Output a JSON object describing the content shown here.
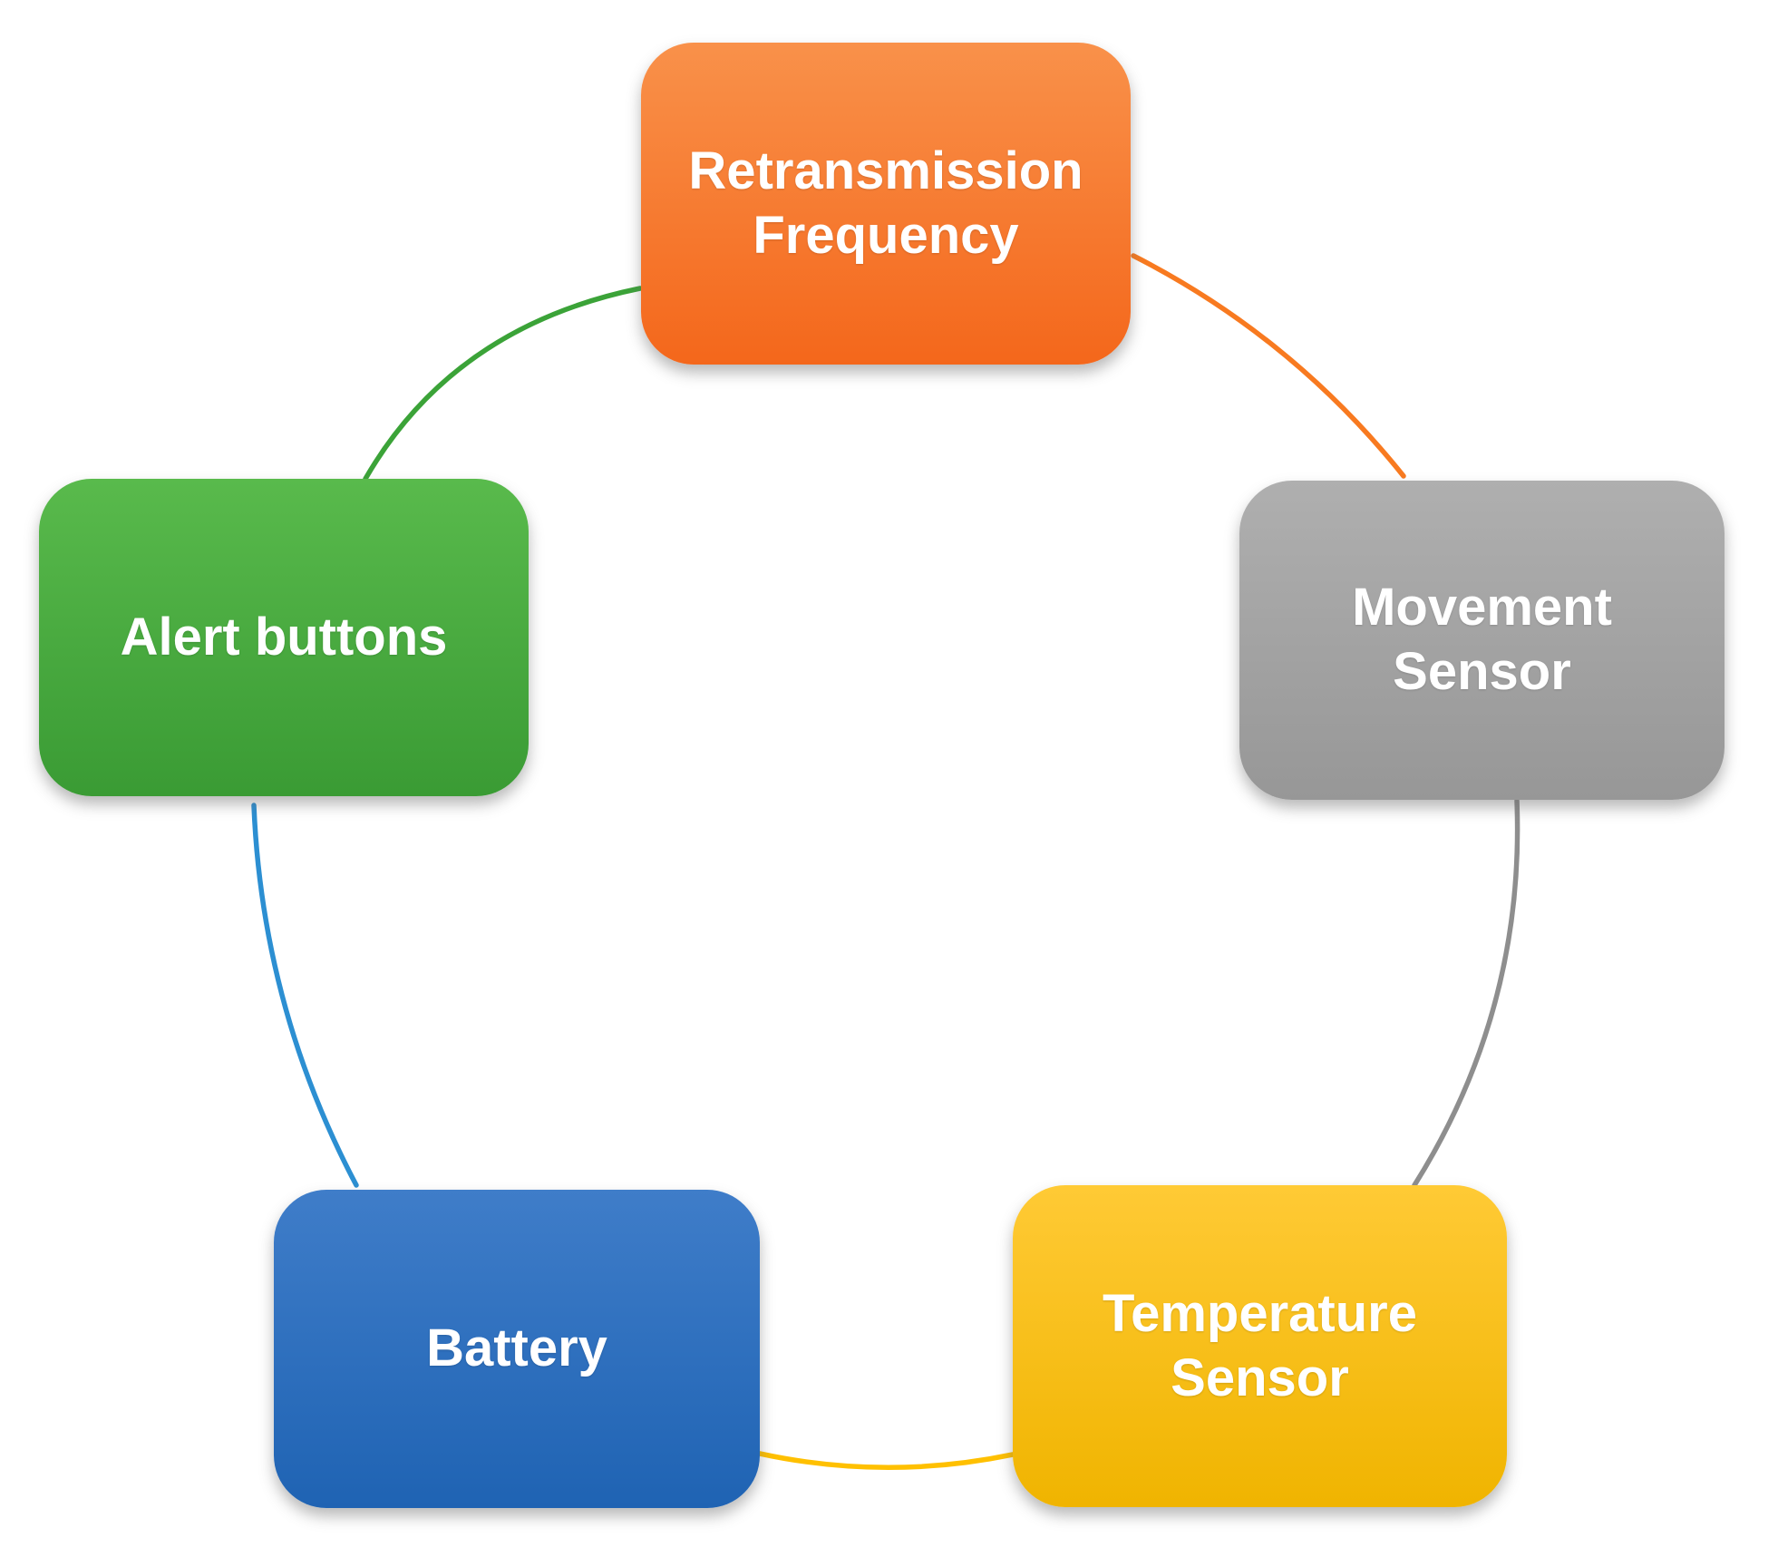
{
  "diagram": {
    "type": "cycle",
    "background_color": "#FFFFFF",
    "text_color": "#FFFFFF",
    "nodes": [
      {
        "id": "retransmission-frequency",
        "label": "Retransmission Frequency",
        "color_top": "#F9914A",
        "color_bottom": "#F4671B"
      },
      {
        "id": "movement-sensor",
        "label": "Movement Sensor",
        "color_top": "#AFAFAF",
        "color_bottom": "#979797"
      },
      {
        "id": "temperature-sensor",
        "label": "Temperature Sensor",
        "color_top": "#FFCA35",
        "color_bottom": "#F0B400"
      },
      {
        "id": "battery",
        "label": "Battery",
        "color_top": "#3F7DC9",
        "color_bottom": "#1F63B3"
      },
      {
        "id": "alert-buttons",
        "label": "Alert buttons",
        "color_top": "#59BA4C",
        "color_bottom": "#3A9B34"
      }
    ],
    "connectors": [
      {
        "from": "alert-buttons",
        "to": "retransmission-frequency",
        "color": "#3BA338"
      },
      {
        "from": "retransmission-frequency",
        "to": "movement-sensor",
        "color": "#F87A20"
      },
      {
        "from": "movement-sensor",
        "to": "temperature-sensor",
        "color": "#8E8E8E"
      },
      {
        "from": "temperature-sensor",
        "to": "battery",
        "color": "#FFC000"
      },
      {
        "from": "battery",
        "to": "alert-buttons",
        "color": "#2C8FD2"
      }
    ]
  }
}
